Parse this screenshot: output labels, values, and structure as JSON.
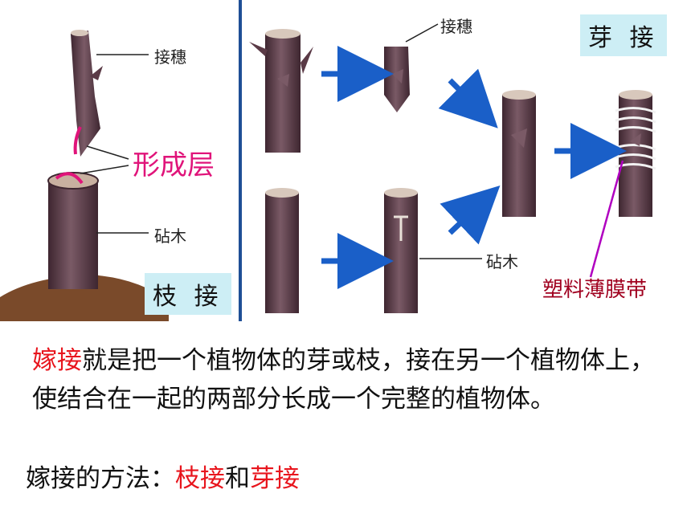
{
  "labels": {
    "scion": "接穗",
    "cambium": "形成层",
    "rootstock": "砧木",
    "branch_grafting": "枝 接",
    "bud_grafting": "芽 接",
    "scion_right": "接穗",
    "rootstock_right": "砧木",
    "plastic_film": "塑料薄膜带"
  },
  "paragraph": {
    "term": "嫁接",
    "rest": "就是把一个植物体的芽或枝，接在另一个植物体上，使结合在一起的两部分长成一个完整的植物体。"
  },
  "methods": {
    "prefix": "嫁接的方法：",
    "method1": "枝接",
    "joiner": "和",
    "method2": "芽接"
  },
  "colors": {
    "bark": "#5a3a46",
    "bark_light": "#8a6a76",
    "arrow": "#1a5fc8",
    "cambium_line": "#e0147a",
    "film_line": "#b000c0",
    "tag_bg": "#cdeef5",
    "divider": "#1f4f96"
  }
}
